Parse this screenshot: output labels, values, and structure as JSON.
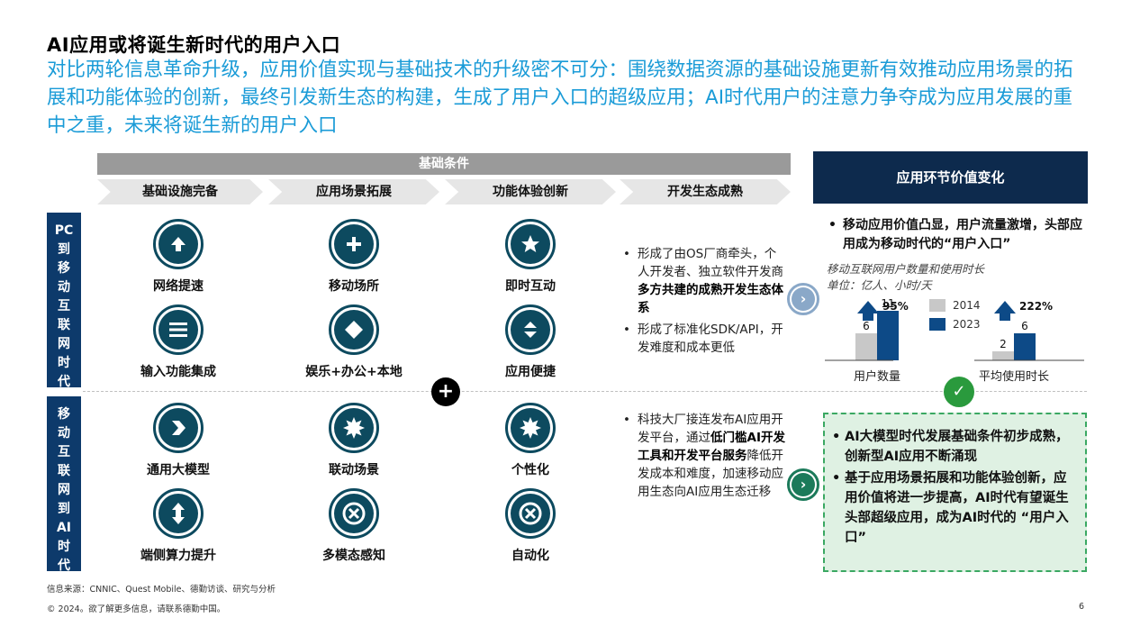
{
  "title": "AI应用或将诞生新时代的用户入口",
  "subtitle": "对比两轮信息革命升级，应用价值实现与基础技术的升级密不可分：围绕数据资源的基础设施更新有效推动应用场景的拓展和功能体验的创新，最终引发新生态的构建，生成了用户入口的超级应用；AI时代用户的注意力争夺成为应用发展的重中之重，未来将诞生新的用户入口",
  "conditions": {
    "bar_label": "基础条件",
    "columns": [
      "基础设施完备",
      "应用场景拓展",
      "功能体验创新",
      "开发生态成熟"
    ]
  },
  "eras": {
    "era1": [
      "PC",
      "到",
      "移",
      "动",
      "互",
      "联",
      "网",
      "时",
      "代"
    ],
    "era2": [
      "移",
      "动",
      "互",
      "联",
      "网",
      "到",
      "AI",
      "时",
      "代"
    ]
  },
  "plus_symbol": "+",
  "era1_features": [
    {
      "label": "网络提速",
      "icon": "upload-arrow-icon"
    },
    {
      "label": "移动场所",
      "icon": "plus-icon"
    },
    {
      "label": "即时互动",
      "icon": "star-icon"
    },
    {
      "label": "输入功能集成",
      "icon": "menu-lines-icon"
    },
    {
      "label": "娱乐+办公+本地",
      "icon": "diamond-icon"
    },
    {
      "label": "应用便捷",
      "icon": "sort-arrows-icon"
    }
  ],
  "era2_features": [
    {
      "label": "通用大模型",
      "icon": "chevron-right-icon"
    },
    {
      "label": "联动场景",
      "icon": "burst-icon"
    },
    {
      "label": "个性化",
      "icon": "burst-icon"
    },
    {
      "label": "端侧算力提升",
      "icon": "vertical-arrows-icon"
    },
    {
      "label": "多模态感知",
      "icon": "cross-circle-icon"
    },
    {
      "label": "自动化",
      "icon": "cross-circle-icon"
    }
  ],
  "era1_ecosystem": {
    "b1_pre": "形成了由OS厂商牵头，个人开发者、独立软件开发商",
    "b1_bold": "多方共建的成熟开发生态体系",
    "b2": "形成了标准化SDK/API，开发难度和成本更低"
  },
  "era2_ecosystem": {
    "b1_pre": "科技大厂接连发布AI应用开发平台，通过",
    "b1_bold": "低门槛AI开发工具和开发平台服务",
    "b1_post": "降低开发成本和难度，加速移动应用生态向AI应用生态迁移"
  },
  "value_panel": {
    "header": "应用环节价值变化",
    "bullet1": "移动应用价值凸显，用户流量激增，头部应用成为移动时代的“用户入口”",
    "chart_title_line1": "移动互联网用户数量和使用时长",
    "chart_title_line2": "单位：亿人、小时/天",
    "legend_2014": "2014",
    "legend_2023": "2023",
    "growth1": "95%",
    "growth2": "222%",
    "green_bullets": [
      "AI大模型时代发展基础条件初步成熟，创新型AI应用不断涌现",
      "基于应用场景拓展和功能体验创新，应用价值将进一步提高，AI时代有望诞生头部超级应用，成为AI时代的 “用户入口”"
    ]
  },
  "chart_data": {
    "type": "bar",
    "categories": [
      "用户数量",
      "平均使用时长"
    ],
    "series": [
      {
        "name": "2014",
        "values": [
          6,
          2
        ]
      },
      {
        "name": "2023",
        "values": [
          11,
          6
        ]
      }
    ],
    "annotations": [
      "95%",
      "222%"
    ],
    "title": "移动互联网用户数量和使用时长",
    "ylabel": "单位：亿人、小时/天",
    "colors": {
      "2014": "#c8c8c8",
      "2023": "#0d4a87"
    }
  },
  "footer": {
    "source": "信息来源：CNNIC、Quest Mobile、德勤访谈、研究与分析",
    "copyright": "© 2024。欲了解更多信息，请联系德勤中国。",
    "page": "6"
  }
}
